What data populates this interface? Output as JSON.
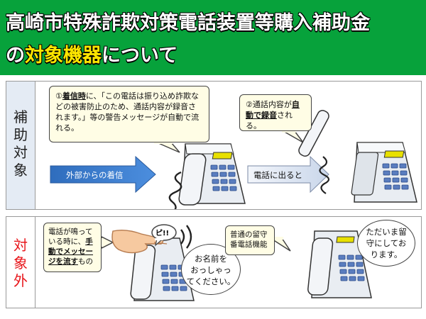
{
  "header": {
    "line1": "高崎市特殊詐欺対策電話装置等購入補助金",
    "line2_pre": "の",
    "line2_highlight": "対象機器",
    "line2_post": "について",
    "bg_color": "#07a23b",
    "highlight_color": "#ffe600"
  },
  "section_target": {
    "label_chars": [
      "補",
      "助",
      "対",
      "象"
    ],
    "bubble1": {
      "p1": "①",
      "u1": "着信時",
      "p2": "に、「この電話は振り込め詐欺などの被害防止のため、通話内容が録音されます。」等の警告メッセージが自動で流れる。"
    },
    "bubble2": {
      "p1": "②通話内容が",
      "u1": "自動で録音",
      "p2": "される。"
    },
    "arrow1_label": "外部からの着信",
    "arrow2_label": "電話に出ると"
  },
  "section_excluded": {
    "label_chars": [
      "対",
      "象",
      "外"
    ],
    "label_color": "#e8161b",
    "bubble1": {
      "p1": "電話が鳴っている時に、",
      "u1": "手動でメッセージを流す",
      "p2": "もの"
    },
    "pi_label": "ピ!!",
    "speech1": [
      "お名前を",
      "おっしゃっ",
      "てください。"
    ],
    "bubble2": "普通の留守番電話機能",
    "speech2": [
      "ただいま留",
      "守にしてお",
      "ります。"
    ]
  }
}
